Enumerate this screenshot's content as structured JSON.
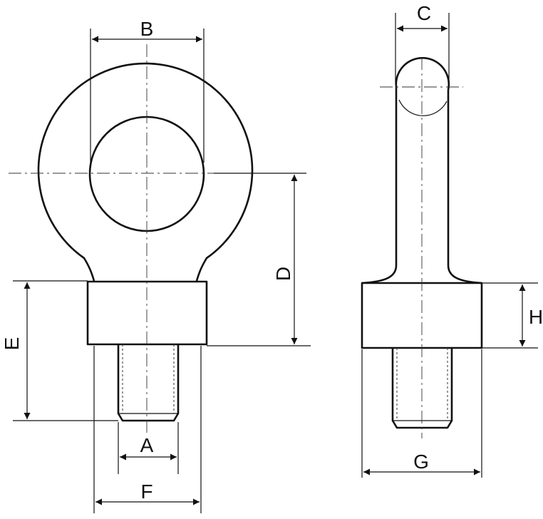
{
  "dimensions": {
    "A": "A",
    "B": "B",
    "C": "C",
    "D": "D",
    "E": "E",
    "F": "F",
    "G": "G",
    "H": "H"
  },
  "colors": {
    "line": "#111111",
    "background": "#ffffff"
  }
}
